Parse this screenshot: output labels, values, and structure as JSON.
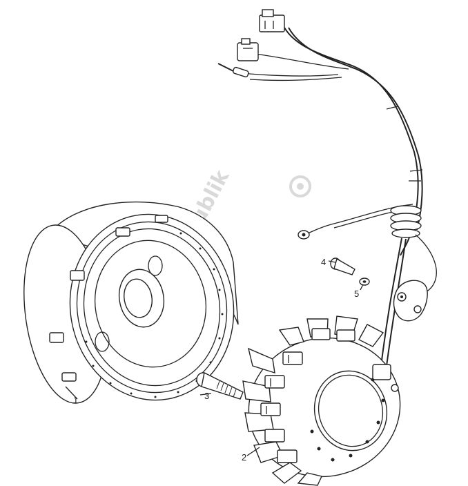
{
  "callouts": {
    "p1": "1",
    "p2": "2",
    "p3": "3",
    "p4": "4",
    "p5": "5"
  },
  "watermark": {
    "text": "Partsrepublik"
  }
}
